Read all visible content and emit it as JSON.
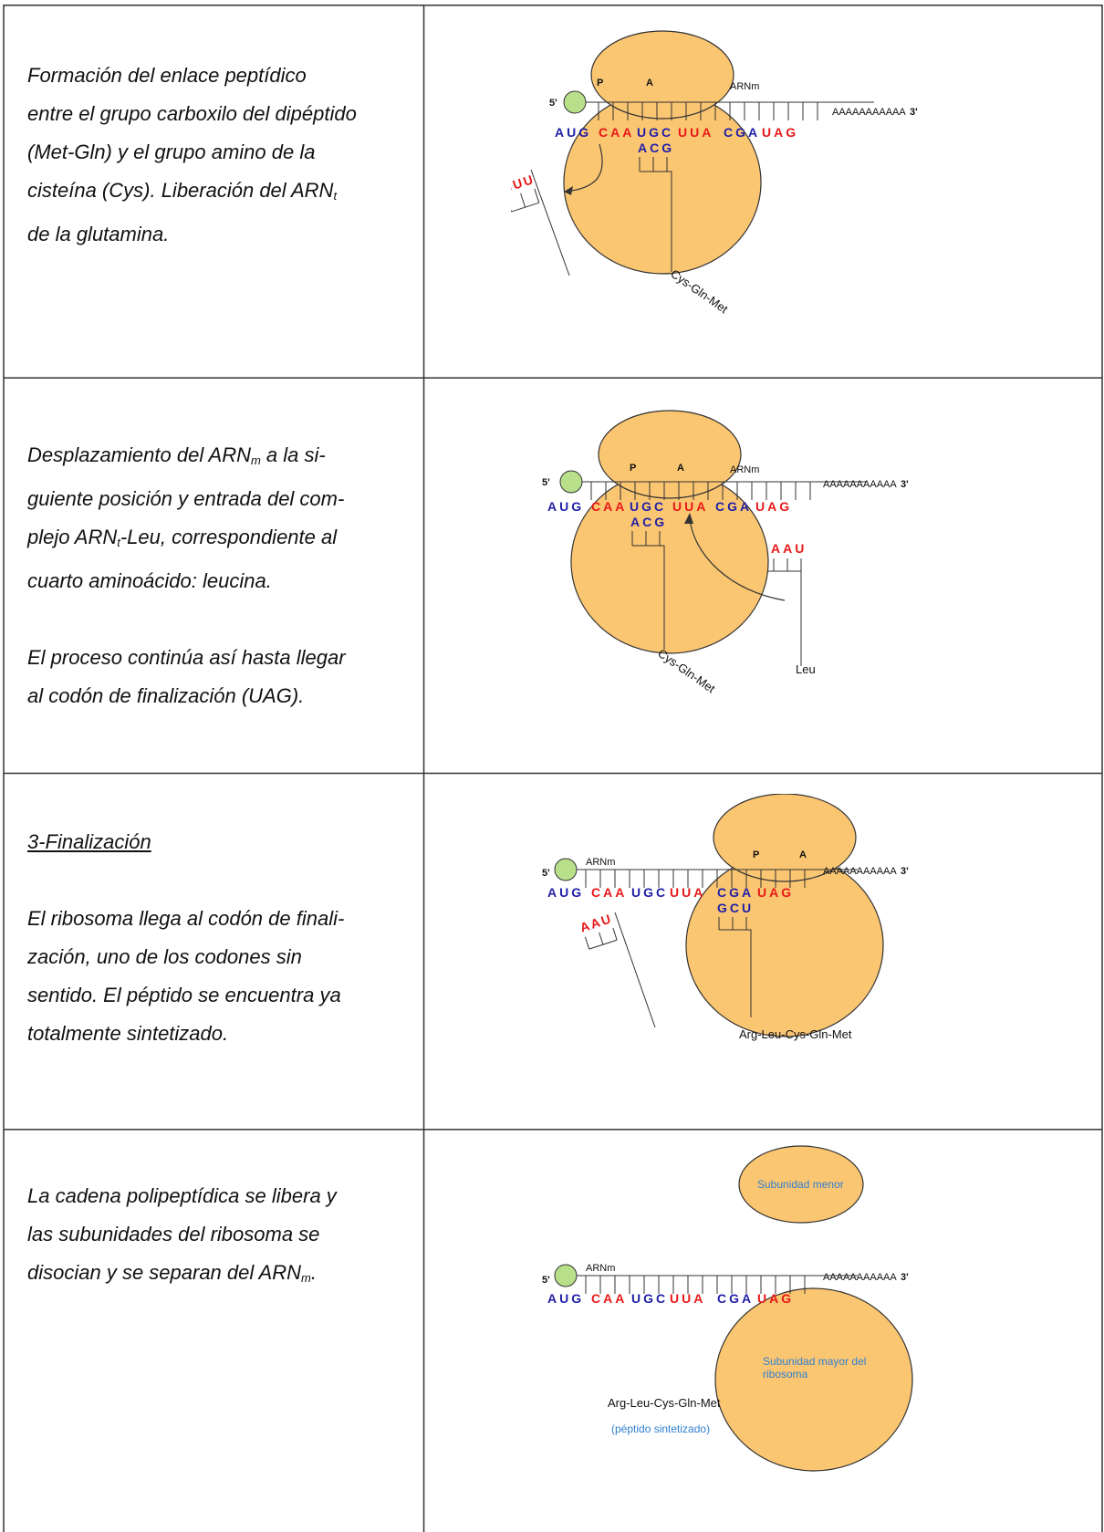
{
  "rows": [
    {
      "lines": [
        "Formación del enlace peptídico",
        "entre el grupo carboxilo del dipéptido",
        "(Met-Gln) y el grupo amino de la",
        "cisteína (Cys). Liberación del ARN",
        "de la glutamina."
      ],
      "sub_t": "t",
      "peptide": "Cys-Gln-Met",
      "trna_out": "GUU",
      "anticodon": "ACG"
    },
    {
      "lines": [
        "Desplazamiento del ARN",
        " a la si-",
        "guiente posición y entrada del com-",
        "plejo ARN",
        "-Leu, correspondiente al",
        "cuarto aminoácido: leucina.",
        "El proceso continúa así hasta llegar",
        "al codón de finalización (UAG)."
      ],
      "sub_m": "m",
      "sub_t": "t",
      "peptide": "Cys-Gln-Met",
      "trna_in": "AAU",
      "anticodon": "ACG",
      "amino": "Leu"
    },
    {
      "heading": "3-Finalización",
      "lines": [
        "El ribosoma llega al codón de finali-",
        "zación, uno de los codones sin",
        "sentido. El péptido se encuentra ya",
        "totalmente sintetizado."
      ],
      "peptide": "Arg-Leu-Cys-Gln-Met",
      "trna_out": "AAU",
      "anticodon": "GCU"
    },
    {
      "lines": [
        "La cadena polipeptídica se libera y",
        "las subunidades del ribosoma se",
        "disocian y se separan del ARN",
        "."
      ],
      "sub_m": "m",
      "small_subunit": "Subunidad menor",
      "large_subunit": "Subunidad mayor del ribosoma",
      "peptide": "Arg-Leu-Cys-Gln-Met",
      "peptide_note": "(péptido sintetizado)"
    }
  ],
  "mrna": {
    "five": "5'",
    "three": "3'",
    "label": "ARNm",
    "poly_a": "AAAAAAAAAAA",
    "codons": [
      "AUG",
      "CAA",
      "UGC",
      "UUA",
      "CGA",
      "UAG"
    ],
    "site_p": "P",
    "site_a": "A"
  },
  "colors": {
    "ribosome": "#fbc672",
    "cap": "#b8e08a",
    "blue": "#1f1fa8",
    "red": "#e81818",
    "note_blue": "#2f7fd0"
  }
}
